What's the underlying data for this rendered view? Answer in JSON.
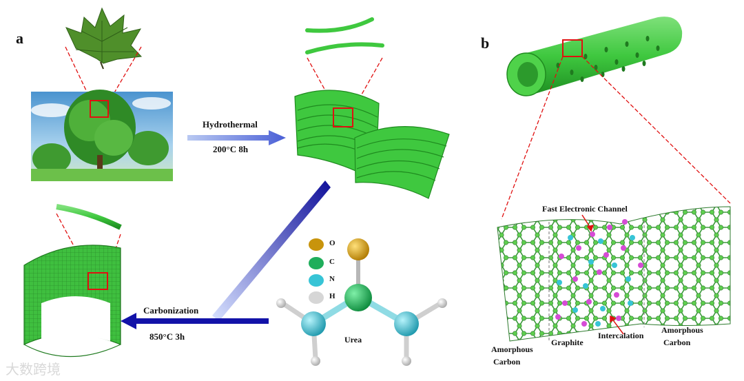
{
  "panels": {
    "a": "a",
    "b": "b"
  },
  "steps": {
    "hydrothermal": {
      "name": "Hydrothermal",
      "condition": "200°C 8h"
    },
    "carbonization": {
      "name": "Carbonization",
      "condition": "850°C 3h"
    }
  },
  "urea": {
    "name": "Urea",
    "legend": [
      {
        "symbol": "O",
        "color": "#c8940c"
      },
      {
        "symbol": "C",
        "color": "#1fae5b"
      },
      {
        "symbol": "N",
        "color": "#37c4d6"
      },
      {
        "symbol": "H",
        "color": "#d6d6d6"
      }
    ]
  },
  "structure_labels": {
    "fast_channel": "Fast  Electronic Channel",
    "amorphous_left_1": "Amorphous",
    "amorphous_left_2": "Carbon",
    "graphite": "Graphite",
    "intercalation": "Intercalation",
    "amorphous_right_1": "Amorphous",
    "amorphous_right_2": "Carbon"
  },
  "colors": {
    "carbon_green": "#3fc83f",
    "dark_green": "#1f8a1f",
    "arrow_blue": "#1a1aa0",
    "zoom_red": "#e01010",
    "dopant_magenta": "#d64bd6",
    "dopant_cyan": "#37c4d6"
  },
  "watermark": "大数跨境"
}
